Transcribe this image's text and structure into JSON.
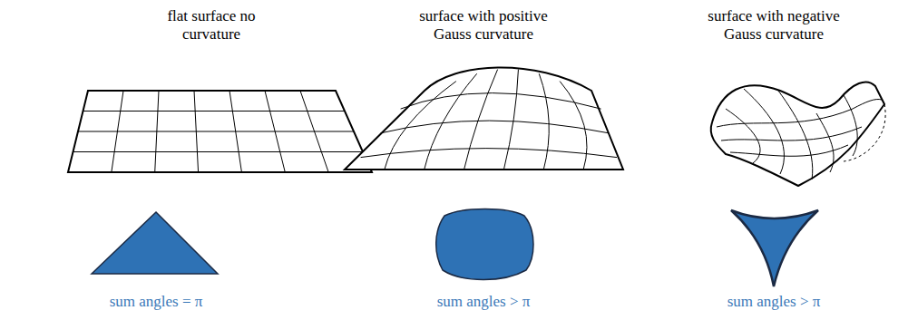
{
  "diagram": {
    "labels": [
      "flat surface no curvature",
      "surface with positive Gauss curvature",
      "surface with negative Gauss curvature",
      "sum angles = π",
      "sum angles > π",
      "sum angles > π"
    ]
  }
}
